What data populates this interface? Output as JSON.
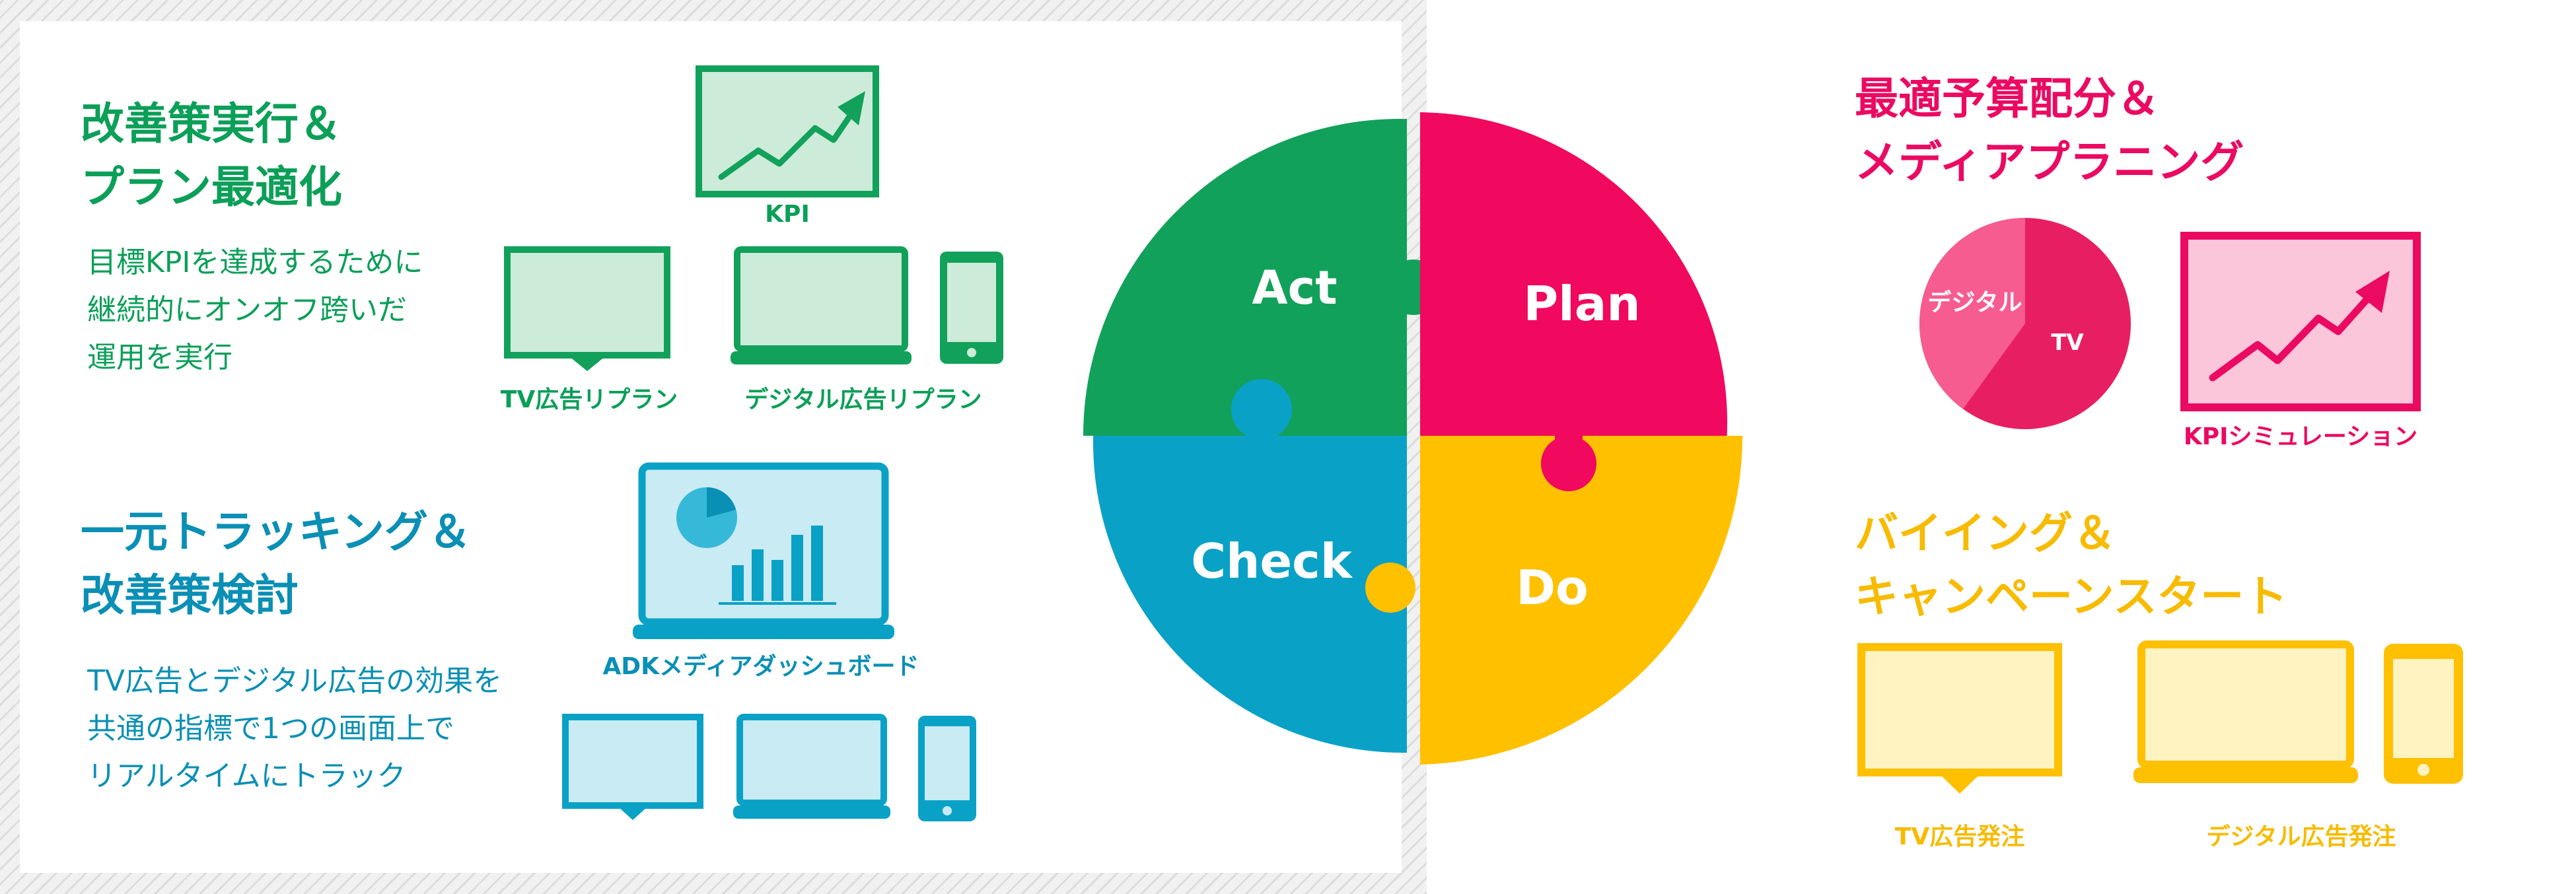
{
  "colors": {
    "act": "#12a15a",
    "plan": "#f0095e",
    "check": "#0aa1c6",
    "do": "#ffc000",
    "stripe_bg": "#e9e9e9"
  },
  "act_section": {
    "title_line1": "改善策実行＆",
    "title_line2": "プラン最適化",
    "desc_line1": "目標KPIを達成するために",
    "desc_line2": "継続的にオンオフ跨いだ",
    "desc_line3": "運用を実行",
    "kpi_label": "KPI",
    "tv_label": "TV広告リプラン",
    "digital_label": "デジタル広告リプラン"
  },
  "check_section": {
    "title_line1": "一元トラッキング＆",
    "title_line2": "改善策検討",
    "desc_line1": "TV広告とデジタル広告の効果を",
    "desc_line2": "共通の指標で1つの画面上で",
    "desc_line3": "リアルタイムにトラック",
    "dashboard_label": "ADKメディアダッシュボード"
  },
  "cycle": {
    "act": "Act",
    "plan": "Plan",
    "check": "Check",
    "do": "Do"
  },
  "plan_section": {
    "title_line1": "最適予算配分＆",
    "title_line2": "メディアプラニング",
    "pie_digital": "デジタル",
    "pie_tv": "TV",
    "pie_digital_share": 0.4,
    "sim_label": "KPIシミュレーション"
  },
  "do_section": {
    "title_line1": "バイイング＆",
    "title_line2": "キャンペーンスタート",
    "tv_label": "TV広告発注",
    "digital_label": "デジタル広告発注"
  }
}
